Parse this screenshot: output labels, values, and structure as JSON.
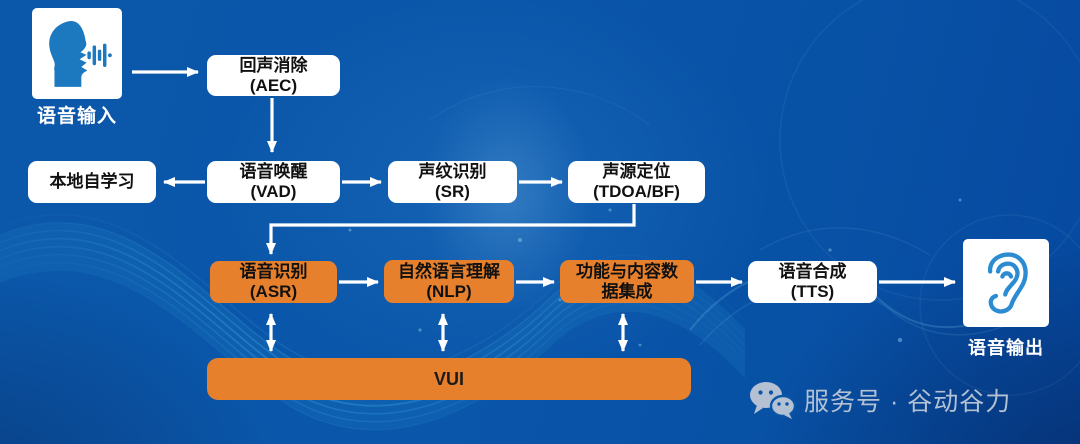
{
  "colors": {
    "background_base": "#0a55a8",
    "wave_accent": "#45c0ef",
    "box_white": "#ffffff",
    "box_orange": "#e6802c",
    "box_text": "#111111",
    "label_text": "#ffffff",
    "arrow": "#ffffff",
    "icon_blue": "#1c79c0",
    "ear_blue": "#2b8cd2",
    "brand_text_color": "#b3c1d3"
  },
  "nodes": {
    "voice_input_label": "语音输入",
    "aec": {
      "line1": "回声消除",
      "line2": "(AEC)"
    },
    "local_learning": {
      "line1": "本地自学习"
    },
    "vad": {
      "line1": "语音唤醒",
      "line2": "(VAD)"
    },
    "sr": {
      "line1": "声纹识别",
      "line2": "(SR)"
    },
    "tdoa": {
      "line1": "声源定位",
      "line2": "(TDOA/BF)"
    },
    "asr": {
      "line1": "语音识别",
      "line2": "(ASR)"
    },
    "nlp": {
      "line1": "自然语言理解",
      "line2": "(NLP)"
    },
    "integration": {
      "line1": "功能与内容数",
      "line2": "据集成"
    },
    "tts": {
      "line1": "语音合成",
      "line2": "(TTS)"
    },
    "vui_label": "VUI",
    "voice_output_label": "语音输出"
  },
  "edges": [
    {
      "from": "voice-input",
      "to": "aec"
    },
    {
      "from": "aec",
      "to": "vad"
    },
    {
      "from": "vad",
      "to": "local-learning"
    },
    {
      "from": "vad",
      "to": "sr"
    },
    {
      "from": "sr",
      "to": "tdoa"
    },
    {
      "from": "tdoa",
      "to": "asr"
    },
    {
      "from": "asr",
      "to": "nlp"
    },
    {
      "from": "nlp",
      "to": "integration"
    },
    {
      "from": "integration",
      "to": "tts"
    },
    {
      "from": "tts",
      "to": "voice-output"
    },
    {
      "from": "asr",
      "to": "vui",
      "bidirectional": true
    },
    {
      "from": "nlp",
      "to": "vui",
      "bidirectional": true
    },
    {
      "from": "integration",
      "to": "vui",
      "bidirectional": true
    }
  ],
  "branding": {
    "icon": "wechat-icon",
    "text": "服务号 · 谷动谷力"
  }
}
